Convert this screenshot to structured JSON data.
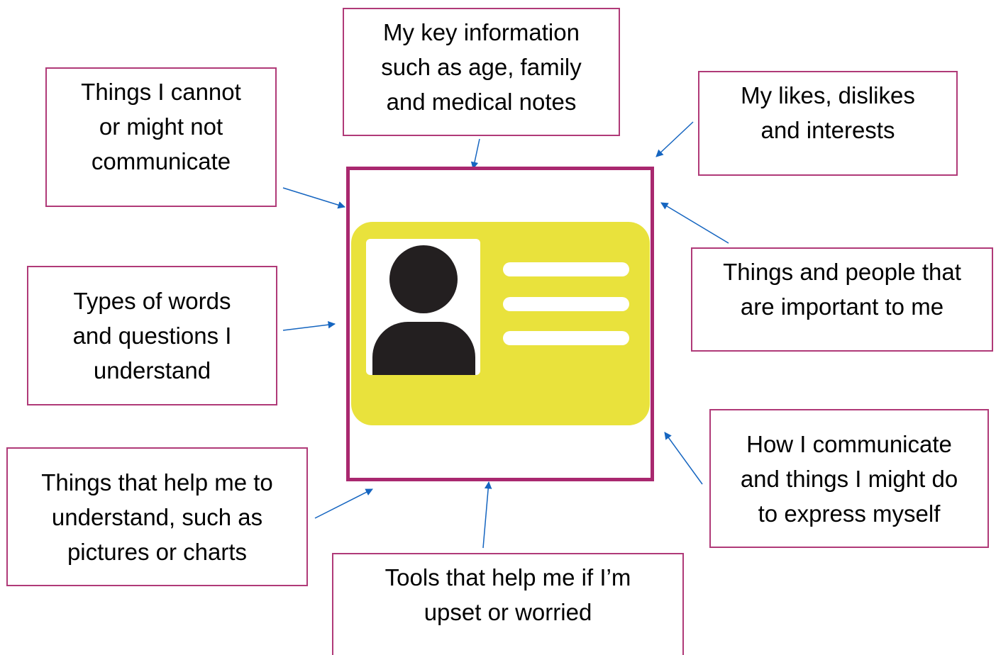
{
  "colors": {
    "box_border": "#b03a78",
    "frame_border": "#a9286f",
    "card_fill": "#e9e23c",
    "silhouette": "#231f20",
    "arrow": "#1565c0"
  },
  "icons": {
    "card": "id-card-icon",
    "person": "person-silhouette-icon"
  },
  "labels": {
    "key_info": "My key information\nsuch as age, family\nand medical notes",
    "cannot_communicate": "Things I cannot\nor might not\ncommunicate",
    "likes": "My likes, dislikes\nand interests",
    "important": "Things and people that\nare important to me",
    "words_questions": "Types of words\nand questions I\nunderstand",
    "how_communicate": "How I communicate\nand things I might do\nto express myself",
    "help_understand": "Things that help me to\nunderstand, such as\npictures or charts",
    "tools": "Tools that help me if I’m\nupset or worried"
  }
}
